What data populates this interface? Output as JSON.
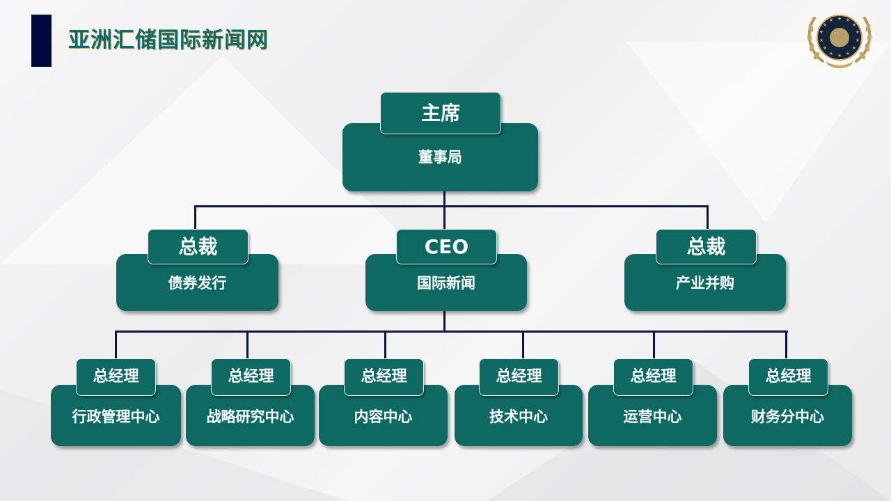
{
  "header": {
    "title": "亚洲汇储国际新闻网",
    "logo": "laurel-wreath-emblem-icon",
    "accent_color": "#0e6963",
    "bar_color": "#000a3c"
  },
  "org_chart": {
    "root": {
      "role": "主席",
      "unit": "董事局"
    },
    "level1": [
      {
        "role": "总裁",
        "unit": "债券发行"
      },
      {
        "role": "CEO",
        "unit": "国际新闻"
      },
      {
        "role": "总裁",
        "unit": "产业并购"
      }
    ],
    "level2": [
      {
        "role": "总经理",
        "unit": "行政管理中心"
      },
      {
        "role": "总经理",
        "unit": "战略研究中心"
      },
      {
        "role": "总经理",
        "unit": "内容中心"
      },
      {
        "role": "总经理",
        "unit": "技术中心"
      },
      {
        "role": "总经理",
        "unit": "运营中心"
      },
      {
        "role": "总经理",
        "unit": "财务分中心"
      }
    ]
  }
}
